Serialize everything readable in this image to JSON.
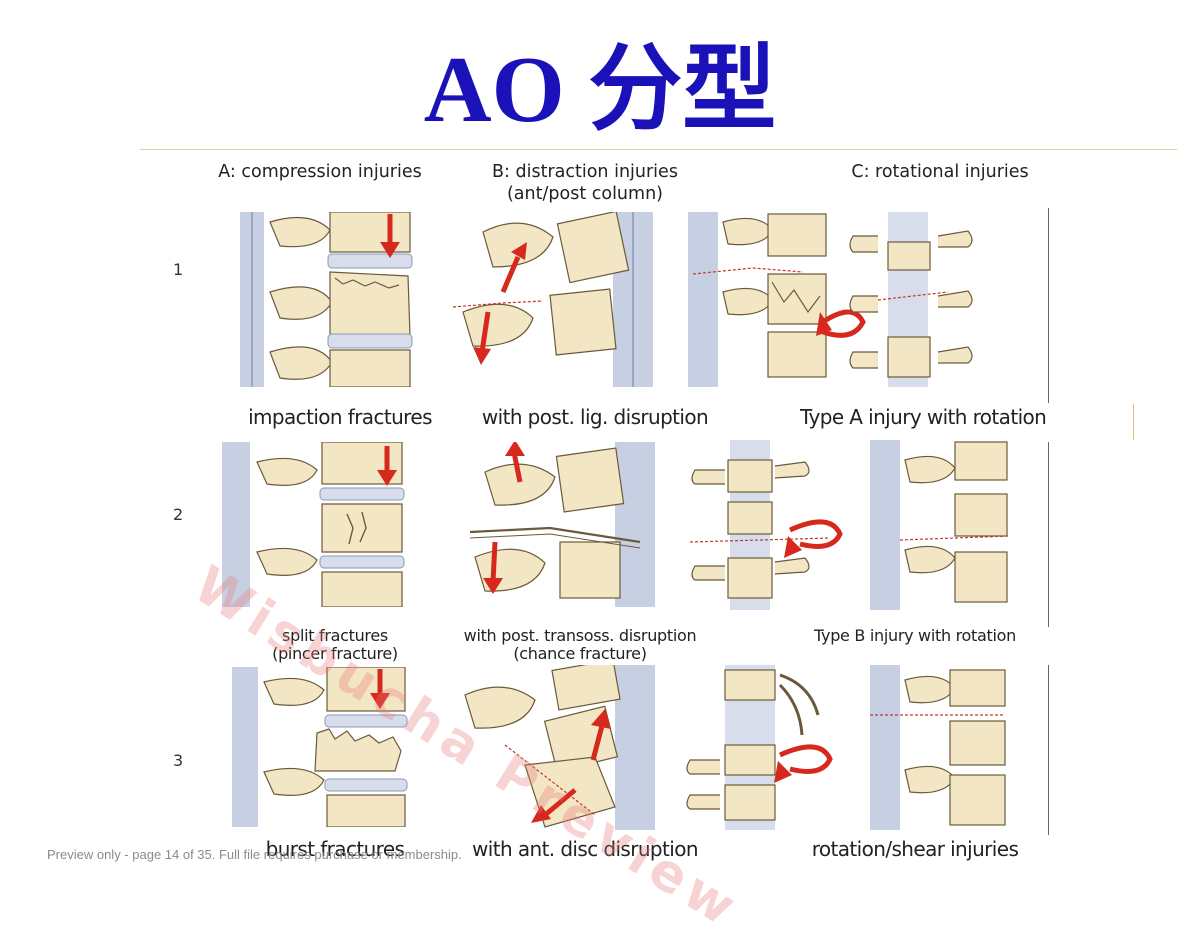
{
  "slide": {
    "title": "AO 分型"
  },
  "columns": [
    {
      "label_line1": "A: compression injuries",
      "label_line2": ""
    },
    {
      "label_line1": "B: distraction injuries",
      "label_line2": "(ant/post column)"
    },
    {
      "label_line1": "C: rotational injuries",
      "label_line2": ""
    }
  ],
  "rows": [
    {
      "number": "1",
      "captions": [
        {
          "line1": "impaction fractures",
          "line2": ""
        },
        {
          "line1": "with post. lig. disruption",
          "line2": ""
        },
        {
          "line1": "Type A injury with rotation",
          "line2": ""
        }
      ]
    },
    {
      "number": "2",
      "captions": [
        {
          "line1": "split fractures",
          "line2": "(pincer fracture)"
        },
        {
          "line1": "with post. transoss. disruption",
          "line2": "(chance fracture)"
        },
        {
          "line1": "Type B injury with rotation",
          "line2": ""
        }
      ]
    },
    {
      "number": "3",
      "captions": [
        {
          "line1": "burst fractures",
          "line2": ""
        },
        {
          "line1": "with ant. disc disruption",
          "line2": ""
        },
        {
          "line1": "rotation/shear injuries",
          "line2": ""
        }
      ]
    }
  ],
  "watermark": "Wisbucha Preview",
  "footer": "Preview only - page 14 of 35. Full file requires purchase or membership.",
  "colors": {
    "title": "#1a12b8",
    "bone": "#f3e6c4",
    "bone_outline": "#6b5a3a",
    "ligament": "#c7cfe3",
    "disc": "#d7ddeb",
    "arrow": "#d6281c",
    "fracture": "#c0392b"
  }
}
